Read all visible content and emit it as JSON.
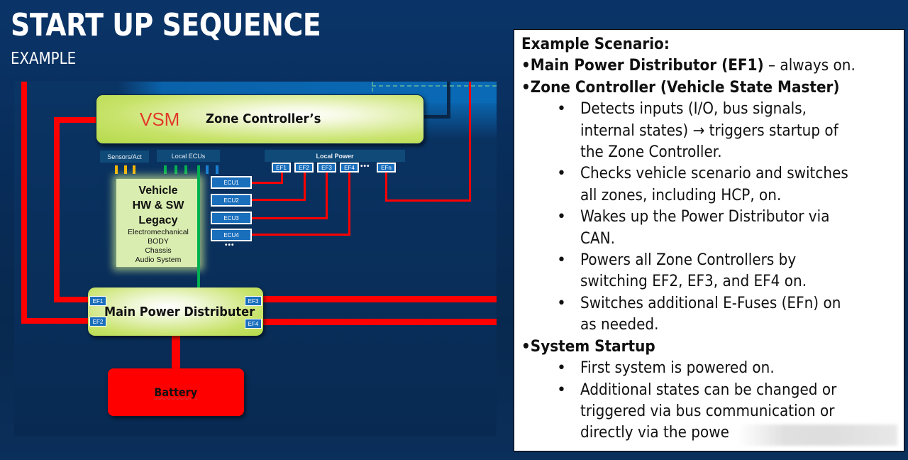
{
  "header": {
    "title": "START UP SEQUENCE",
    "subtitle": "EXAMPLE"
  },
  "diagram": {
    "zone_controller": {
      "vsm_label": "VSM",
      "title": "Zone Controller’s"
    },
    "chips": {
      "sensors": "Sensors/Act",
      "local_ecus": "Local ECUs",
      "local_power": "Local Power"
    },
    "efuses": [
      "EF1",
      "EF2",
      "EF3",
      "EF4",
      "EFn"
    ],
    "efuse_ellipsis": "•••",
    "ecus": [
      "ECU1",
      "ECU2",
      "ECU3",
      "ECU4"
    ],
    "ecu_ellipsis": "•••",
    "legacy": {
      "line1": "Vehicle",
      "line2": "HW & SW",
      "line3": "Legacy",
      "items": [
        "Electromechanical",
        "BODY",
        "Chassis",
        "Audio System"
      ]
    },
    "main_power_distributor": {
      "label": "Main Power Distributer",
      "efuses": [
        "EF1",
        "EF2",
        "EF3",
        "EF4"
      ]
    },
    "battery": "Battery",
    "colors": {
      "power_line": "#ff0000",
      "bus_line": "#00b050",
      "sensor_pin": "#f5b400",
      "controller_fill": "#c8e36a",
      "efuse_fill": "#1a6fbd"
    }
  },
  "text_panel": {
    "heading": "Example Scenario:",
    "item1_bold": "•Main Power Distributor (EF1)",
    "item1_rest": " – always on.",
    "item2_bold": "•Zone Controller (Vehicle State Master)",
    "zone_points": [
      "Detects inputs (I/O, bus signals,\ninternal states) → triggers startup of\nthe Zone Controller.",
      "Checks vehicle scenario and switches\nall zones, including HCP, on.",
      "Wakes up the Power Distributor via\nCAN.",
      "Powers all Zone Controllers by\nswitching EF2, EF3, and EF4 on.",
      "Switches additional E-Fuses (EFn) on\nas needed."
    ],
    "item3_bold": "•System Startup",
    "startup_points": [
      "First system is powered on.",
      "Additional states can be changed or\ntriggered via bus communication or\ndirectly via the powe"
    ],
    "bullet": "•"
  }
}
